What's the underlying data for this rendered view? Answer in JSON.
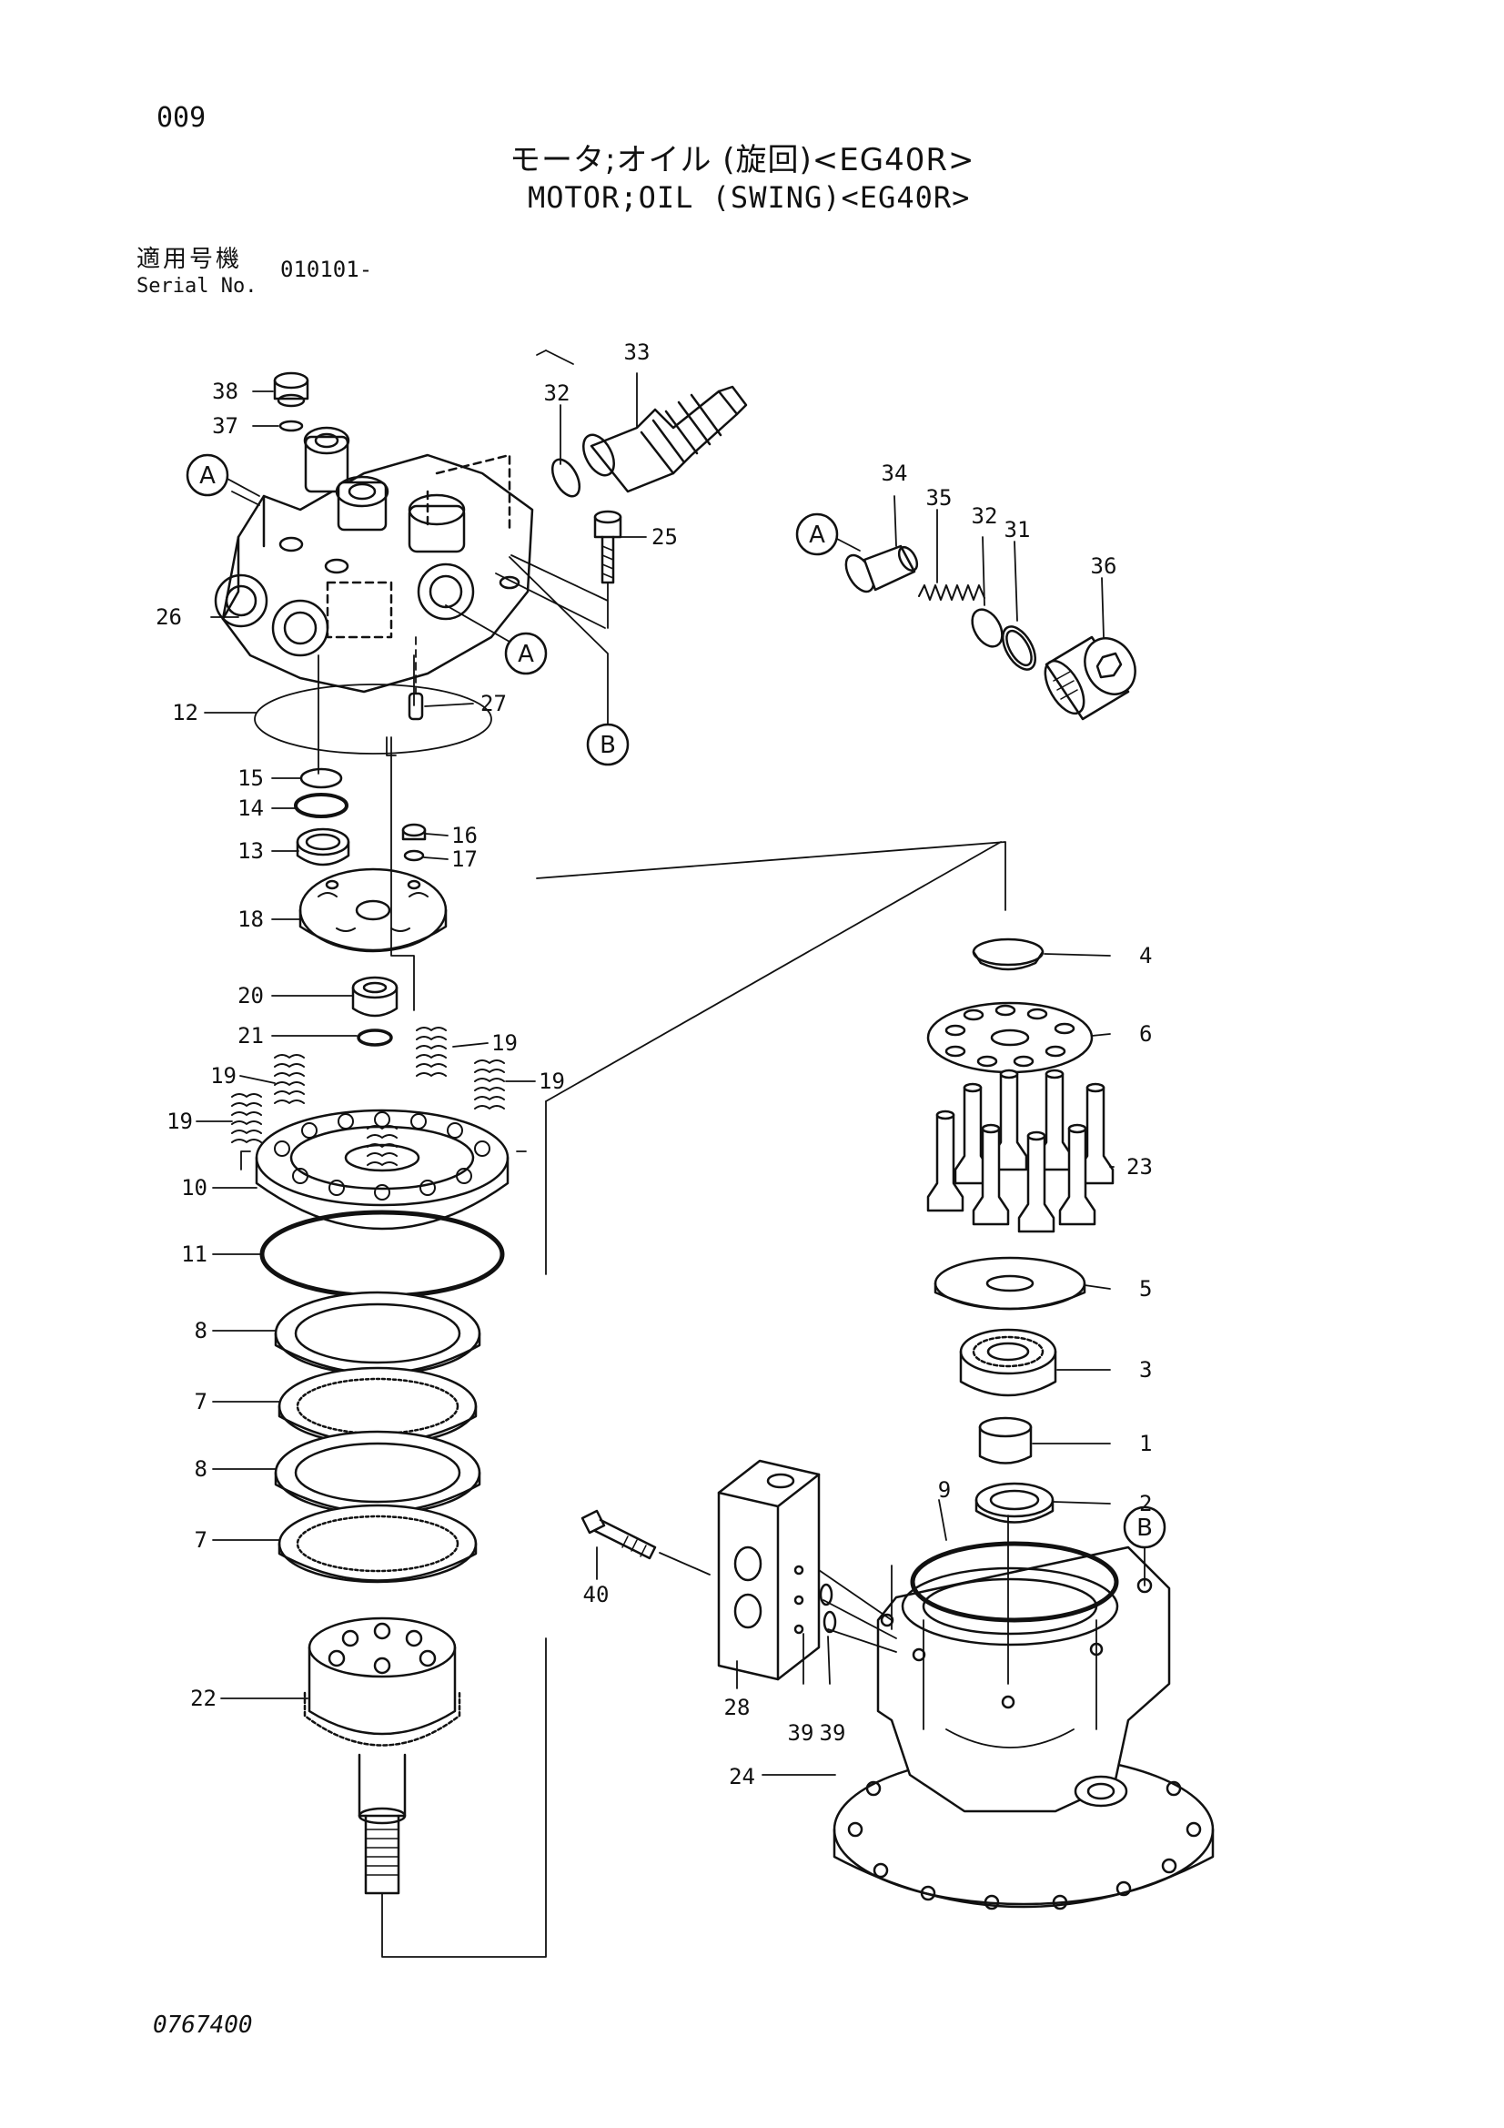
{
  "header": {
    "page_number": "009",
    "title_jp": "モータ;オイル (旋回)<EG40R>",
    "title_en": "MOTOR;OIL (SWING)<EG40R>",
    "serial_label_jp": "適用号機",
    "serial_label_en": "Serial No.",
    "serial_value": "010101-"
  },
  "footer": {
    "drawing_number": "0767400"
  },
  "callouts": {
    "a": "A",
    "b": "B"
  },
  "labels": {
    "p1": "1",
    "p2": "2",
    "p3": "3",
    "p4": "4",
    "p5": "5",
    "p6": "6",
    "p7": "7",
    "p8": "8",
    "p9": "9",
    "p10": "10",
    "p11": "11",
    "p12": "12",
    "p13": "13",
    "p14": "14",
    "p15": "15",
    "p16": "16",
    "p17": "17",
    "p18": "18",
    "p19": "19",
    "p20": "20",
    "p21": "21",
    "p22": "22",
    "p23": "23",
    "p24": "24",
    "p25": "25",
    "p26": "26",
    "p27": "27",
    "p28": "28",
    "p31": "31",
    "p32": "32",
    "p33": "33",
    "p34": "34",
    "p35": "35",
    "p36": "36",
    "p37": "37",
    "p38": "38",
    "p39": "39",
    "p40": "40"
  }
}
